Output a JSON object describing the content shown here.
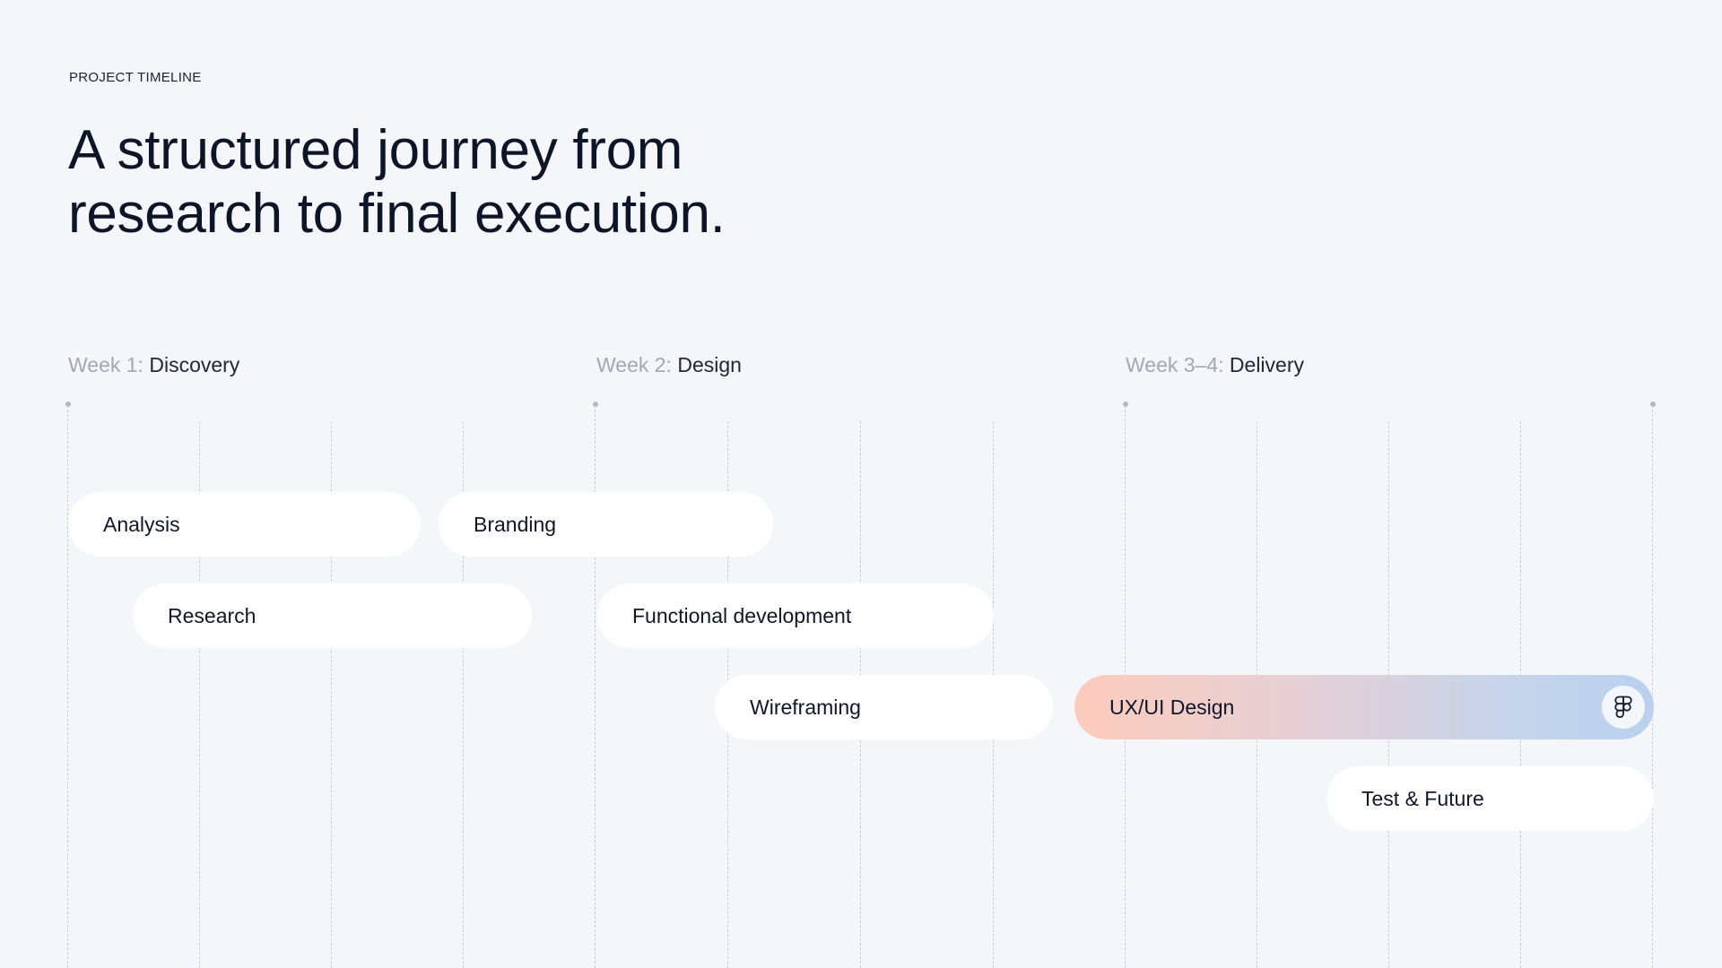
{
  "header": {
    "eyebrow": "PROJECT TIMELINE",
    "headline_line1": "A structured journey from",
    "headline_line2": "research to final execution."
  },
  "weeks": [
    {
      "prefix": "Week 1:",
      "name": "Discovery"
    },
    {
      "prefix": "Week 2:",
      "name": "Design"
    },
    {
      "prefix": "Week 3–4:",
      "name": "Delivery"
    }
  ],
  "tasks": [
    {
      "label": "Analysis"
    },
    {
      "label": "Branding"
    },
    {
      "label": "Research"
    },
    {
      "label": "Functional development"
    },
    {
      "label": "Wireframing"
    },
    {
      "label": "UX/UI Design",
      "icon": "figma-icon",
      "highlight_gradient": [
        "#fdccbd",
        "#b9d1ef"
      ]
    },
    {
      "label": "Test & Future"
    }
  ],
  "colors": {
    "background": "#f4f6fa",
    "pill": "#ffffff",
    "text": "#0d1526",
    "muted": "#a3a8b2",
    "gridline": "#c9ccd2"
  }
}
